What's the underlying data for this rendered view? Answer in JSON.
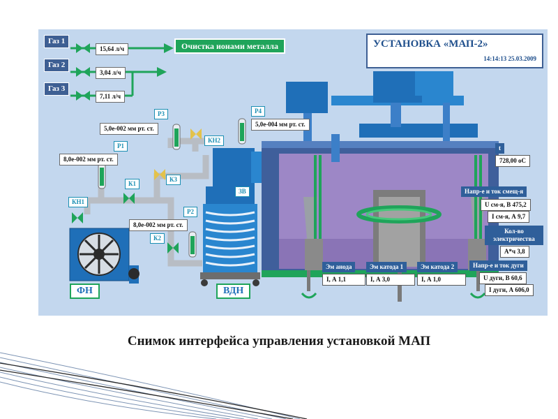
{
  "header": {
    "title": "УСТАНОВКА «МАП-2»",
    "datetime": "14:14:13 25.03.2009"
  },
  "process_button": "Очистка ионами металла",
  "gas_lines": [
    {
      "label": "Газ 1",
      "flow": "15,64 л/ч"
    },
    {
      "label": "Газ 2",
      "flow": "3,04 л/ч"
    },
    {
      "label": "Газ 3",
      "flow": "7,11 л/ч"
    }
  ],
  "sensors": {
    "p1": {
      "label": "P1",
      "value": "8,0е-002 мм рт. ст."
    },
    "p2": {
      "label": "P2",
      "value": "8,0е-002 мм рт. ст."
    },
    "p3": {
      "label": "P3",
      "value": "5,0е-002 мм рт. ст."
    },
    "p4": {
      "label": "P4",
      "value": "5,0е-004 мм рт. ст."
    }
  },
  "valves": {
    "kn1": "КН1",
    "k1": "К1",
    "k2": "К2",
    "k3": "К3",
    "kn2": "КН2",
    "zv": "ЗВ"
  },
  "pumps": {
    "fn": "ФН",
    "vdn": "ВДН"
  },
  "temperature": {
    "label": "t",
    "value": "728,00 оС"
  },
  "right_readouts": {
    "bias_title": "Напр-е и ток смещ-я",
    "bias_u": "U см-я, В 475,2",
    "bias_i": "I см-я, А 9,7",
    "energy_title": "Кол-во электричества",
    "energy_value": "А*ч 3,8",
    "arc_title": "Напр-е и ток дуги",
    "arc_u": "U дуги, В 60,6",
    "arc_i": "I дуги, А 606,0"
  },
  "bottom_readouts": [
    {
      "title": "Эм анода",
      "value": "I, А 1,1"
    },
    {
      "title": "Эм катода 1",
      "value": "I, А 3,0"
    },
    {
      "title": "Эм катода 2",
      "value": "I, А 1,0"
    }
  ],
  "caption": "Снимок интерфейса управления установкой МАП",
  "colors": {
    "panel_bg": "#c3d7ee",
    "equipment_blue": "#1f6fb8",
    "pipe_grey": "#b8bdc4",
    "chamber_purple": "#9d87c6",
    "accent_green": "#1fa45a"
  }
}
